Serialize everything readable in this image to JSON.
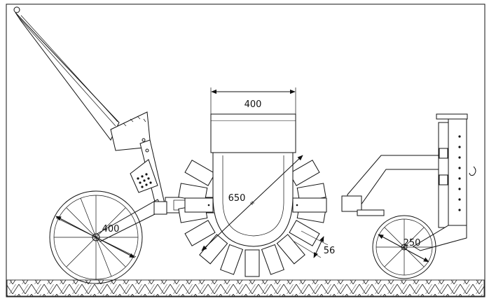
{
  "drawing": {
    "dimensions": {
      "hopper_width": "400",
      "drum_diameter": "650",
      "front_wheel": "400",
      "rear_wheel": "250",
      "spike_spacing": "56"
    }
  }
}
